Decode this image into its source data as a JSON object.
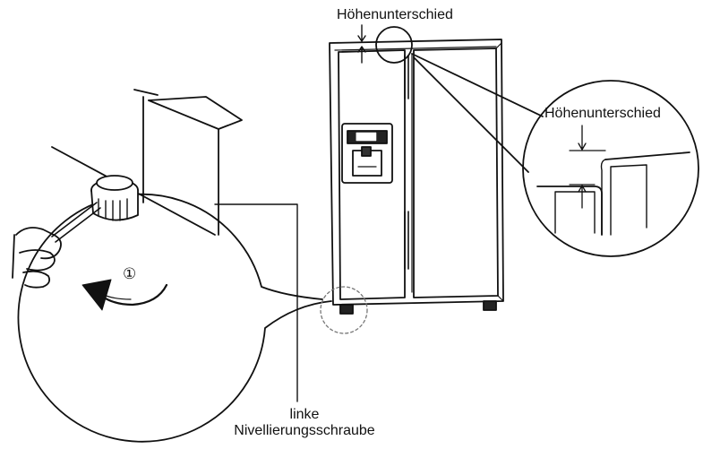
{
  "labels": {
    "height_difference_top": "Höhenunterschied",
    "height_difference_detail": "Höhenunterschied",
    "left_leveling_screw_line1": "linke",
    "left_leveling_screw_line2": "Nivellierungsschraube",
    "step_number": "①"
  },
  "colors": {
    "line": "#111111",
    "dashed": "#777777",
    "background": "#ffffff"
  },
  "icons": {
    "rotation": "counterclockwise-arrow-icon",
    "hand": "hand-with-screwdriver-icon"
  }
}
